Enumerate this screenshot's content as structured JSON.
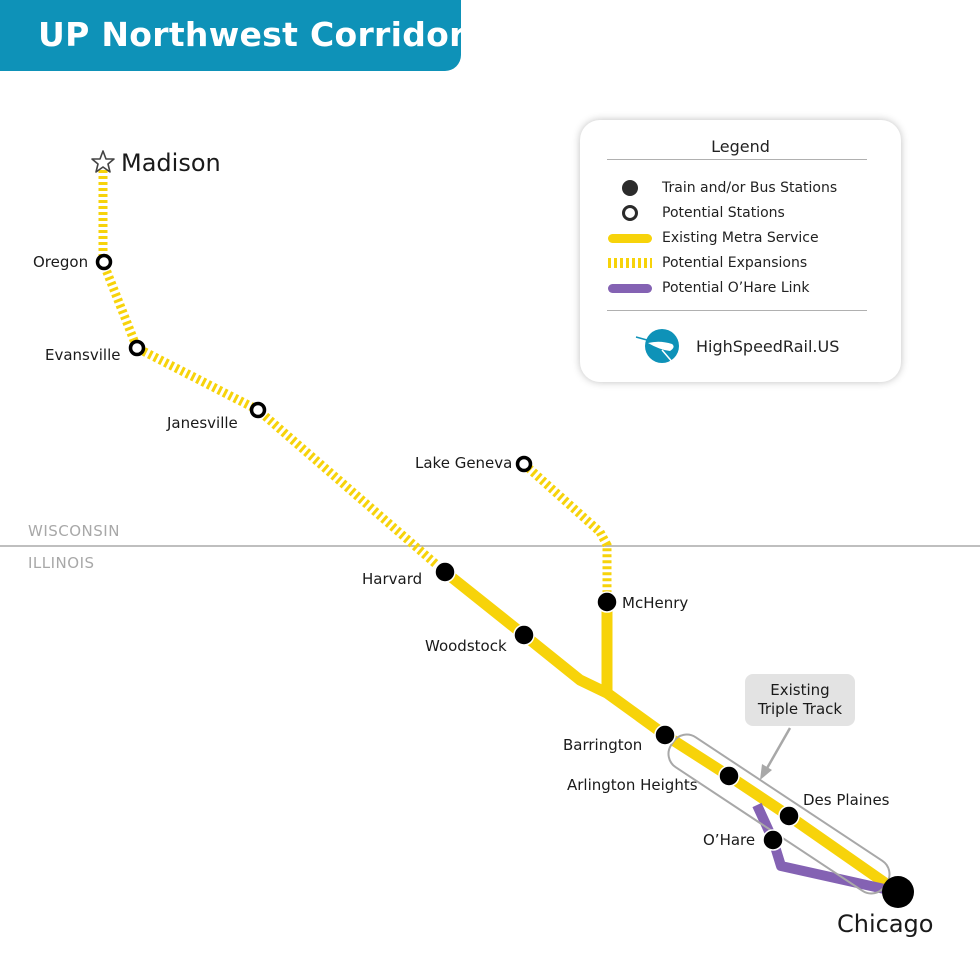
{
  "header": {
    "title": "UP Northwest Corridor"
  },
  "colors": {
    "title_bar": "#0e92b8",
    "existing_service": "#f7d30a",
    "potential_expansion": "#f7d30a",
    "ohare_link": "#8462b3",
    "station": "#000000",
    "state_line": "#aaaaaa"
  },
  "states": {
    "north": "WISCONSIN",
    "south": "ILLINOIS"
  },
  "stations": {
    "madison": "Madison",
    "oregon": "Oregon",
    "evansville": "Evansville",
    "janesville": "Janesville",
    "lake_geneva": "Lake Geneva",
    "harvard": "Harvard",
    "mchenry": "McHenry",
    "woodstock": "Woodstock",
    "barrington": "Barrington",
    "arlington_heights": "Arlington Heights",
    "des_plaines": "Des Plaines",
    "ohare": "O’Hare",
    "chicago": "Chicago"
  },
  "callout": {
    "line1": "Existing",
    "line2": "Triple Track"
  },
  "legend": {
    "title": "Legend",
    "items": [
      {
        "symbol": "filled-circle",
        "label": "Train and/or Bus Stations"
      },
      {
        "symbol": "hollow-circle",
        "label": "Potential Stations"
      },
      {
        "symbol": "solid-yellow-line",
        "label": "Existing Metra Service"
      },
      {
        "symbol": "dashed-yellow-line",
        "label": "Potential Expansions"
      },
      {
        "symbol": "solid-purple-line",
        "label": "Potential O’Hare Link"
      }
    ],
    "logo_text": "HighSpeedRail.US"
  }
}
